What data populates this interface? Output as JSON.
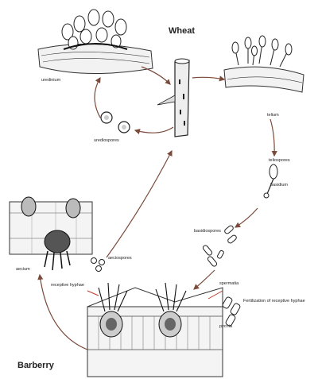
{
  "hosts": {
    "wheat": "Wheat",
    "barberry": "Barberry"
  },
  "labels": {
    "uredinium": "uredinium",
    "urediospores": "urediospores",
    "telium": "telium",
    "teliospores": "teliospores",
    "basidium_top": "basidium",
    "basidiospores": "basidiospores",
    "aecium": "aecium",
    "aeciospores": "aeciospores",
    "receptive_hyphae": "receptive hyphae",
    "spermatia": "spermatia",
    "pycnia": "pycnia",
    "fertilization_note": "Fertilization of receptive hyphae"
  },
  "colors": {
    "ink": "#333333",
    "arrow": "#7a4a3a",
    "highlight": "#c0392b"
  }
}
